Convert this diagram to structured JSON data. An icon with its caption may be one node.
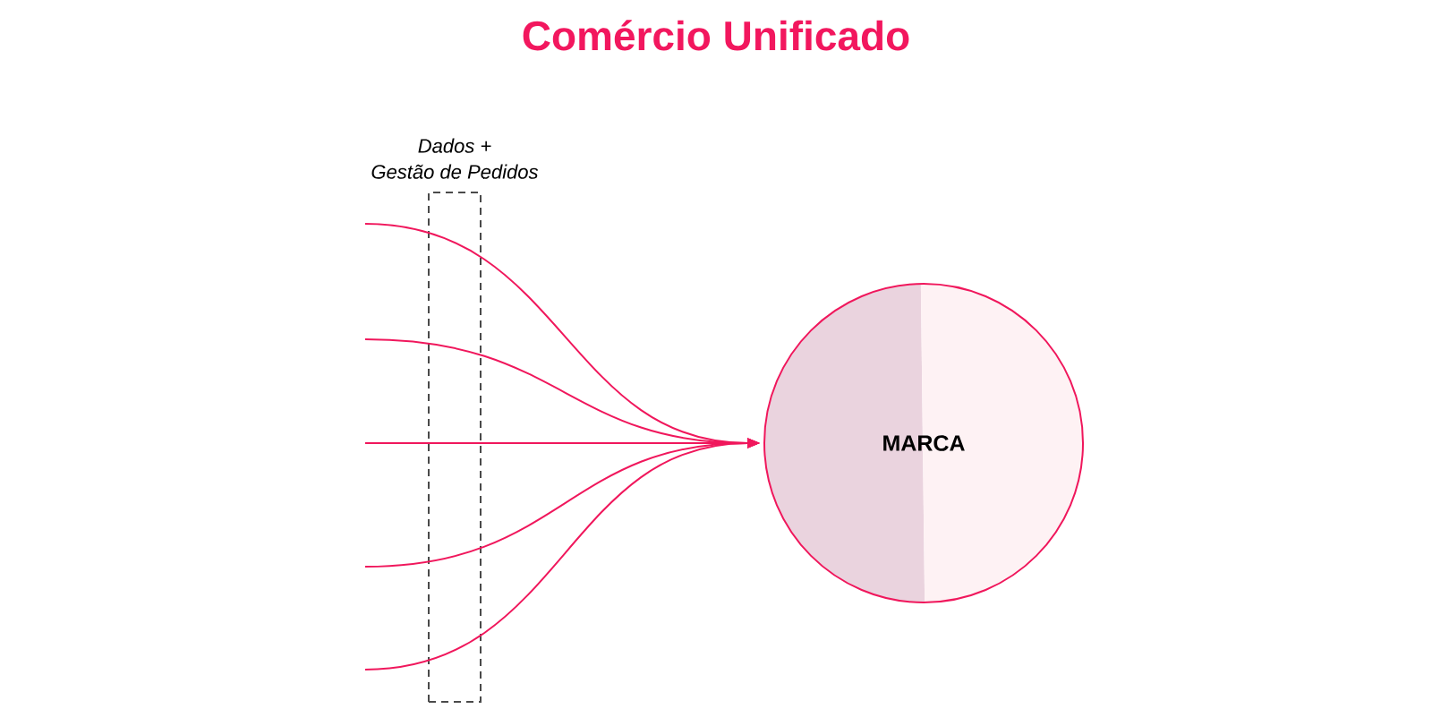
{
  "diagram": {
    "title": "Comércio Unificado",
    "nodes": [
      {
        "text": [
          "Dados + Gestão de Pedidos"
        ]
      },
      {
        "text": [
          "MARCA"
        ]
      }
    ],
    "edges": [
      {
        "from": null,
        "to": 1,
        "arrow": "to"
      },
      {
        "from": null,
        "to": 1,
        "arrow": "to"
      },
      {
        "from": null,
        "to": 1,
        "arrow": "to"
      },
      {
        "from": null,
        "to": 1,
        "arrow": "to"
      },
      {
        "from": null,
        "to": 1,
        "arrow": "to"
      }
    ]
  }
}
